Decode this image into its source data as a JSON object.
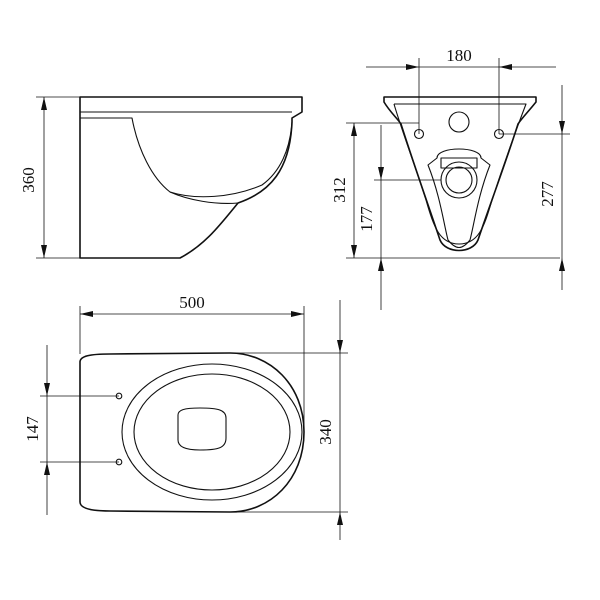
{
  "drawing": {
    "side_view": {
      "height": "360"
    },
    "front_view": {
      "width": "180",
      "height_total": "312",
      "height_outlet": "177",
      "height_fixing": "277"
    },
    "top_view": {
      "length": "500",
      "width": "340",
      "fixing_spacing": "147"
    }
  }
}
